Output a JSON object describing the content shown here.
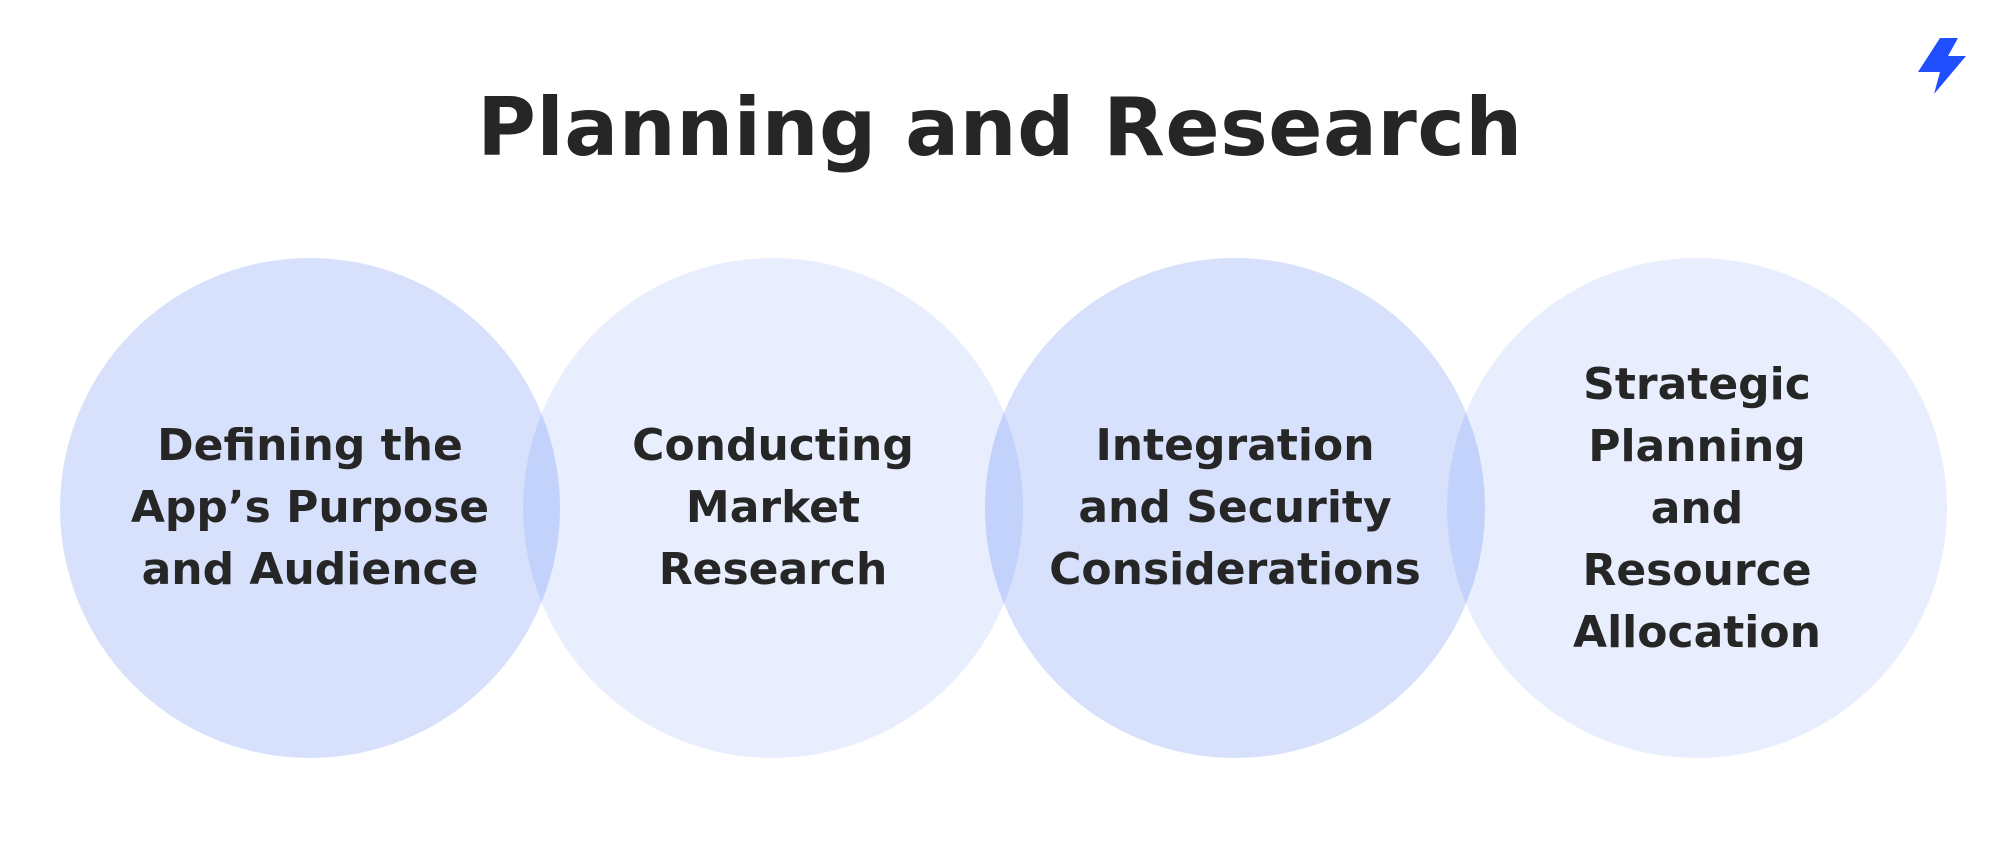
{
  "page": {
    "title": "Planning and Research"
  },
  "logo": {
    "icon": "lightning-bolt-icon",
    "color": "#1f4fff"
  },
  "colors": {
    "circle_dark": "#d7e1fc",
    "circle_light": "#e8eefd",
    "overlap": "#c3d2fb",
    "text": "#262626"
  },
  "steps": [
    {
      "label": "Defining the App’s Purpose and Audience"
    },
    {
      "label": "Conducting Market Research"
    },
    {
      "label": "Integration and Security Considerations"
    },
    {
      "label": "Strategic Planning and Resource Allocation"
    }
  ]
}
